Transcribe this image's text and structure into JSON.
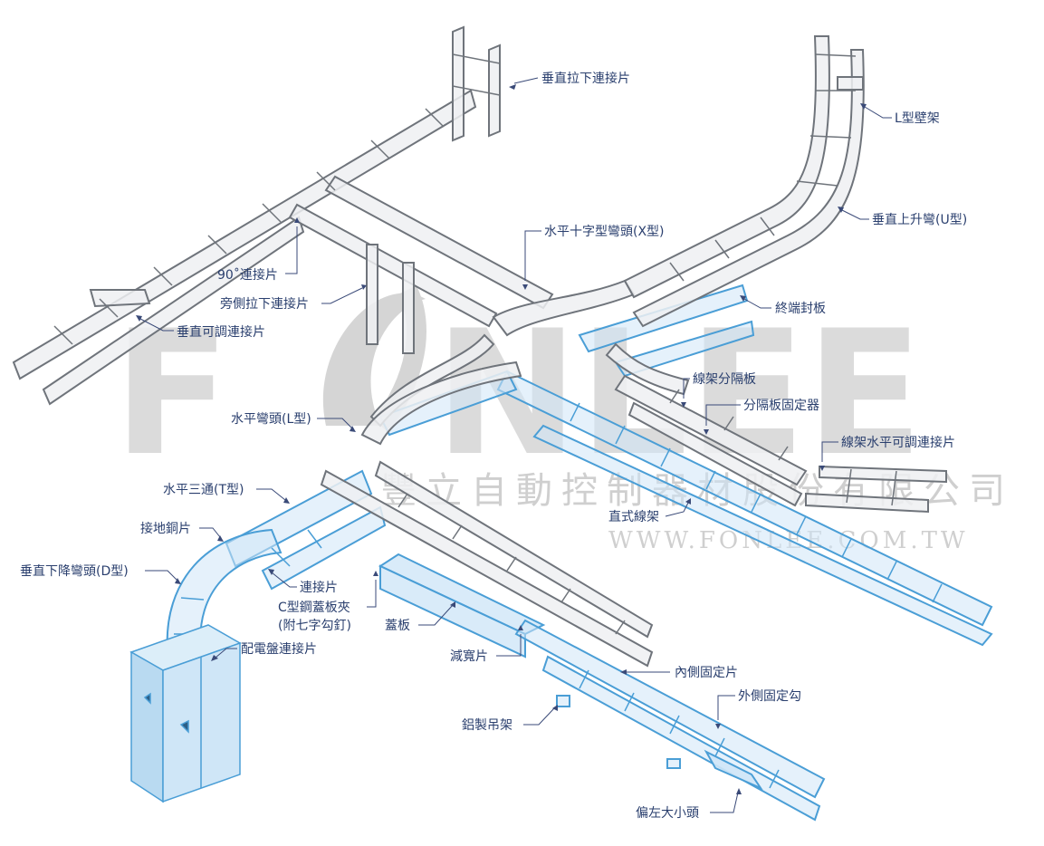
{
  "watermark": {
    "brand_left": "F",
    "brand_right": "NLEE",
    "company": "豐立自動控制器材股份有限公司",
    "url": "WWW.FONLEE.COM.TW"
  },
  "colors": {
    "gray_tray": "#7a7f86",
    "gray_fill": "#eef0f2",
    "blue_tray": "#4a9ed6",
    "blue_fill": "#cfe6f7",
    "label": "#2a3f6e"
  },
  "labels": {
    "vertical_pull_down": "垂直拉下連接片",
    "l_wall_bracket": "L型壁架",
    "vertical_up_bend_u": "垂直上升彎(U型)",
    "horizontal_cross_x": "水平十字型彎頭(X型)",
    "end_cap": "終端封板",
    "connector_90": "90˚連接片",
    "side_pull_down": "旁側拉下連接片",
    "vertical_adjustable": "垂直可調連接片",
    "divider": "線架分隔板",
    "divider_fixer": "分隔板固定器",
    "horizontal_adjustable": "線架水平可調連接片",
    "horizontal_bend_l": "水平彎頭(L型)",
    "horizontal_tee_t": "水平三通(T型)",
    "straight_tray": "直式線架",
    "ground_copper": "接地銅片",
    "vertical_down_bend_d": "垂直下降彎頭(D型)",
    "connector": "連接片",
    "c_clamp_line1": "C型鋼蓋板夾",
    "c_clamp_line2": "(附七字勾釘)",
    "cover": "蓋板",
    "panel_connector": "配電盤連接片",
    "reducer": "減寬片",
    "inner_fixer": "內側固定片",
    "outer_hook": "外側固定勾",
    "aluminum_hanger": "鋁製吊架",
    "left_reducer": "偏左大小頭"
  }
}
